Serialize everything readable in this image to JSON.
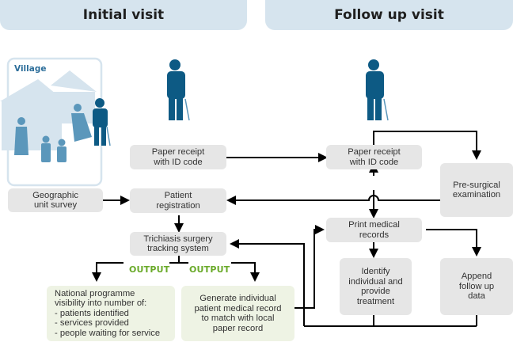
{
  "headers": {
    "initial": "Initial visit",
    "follow_up": "Follow up visit"
  },
  "village": {
    "label": "Village"
  },
  "colors": {
    "header_bg": "#d6e4ee",
    "box_bg": "#e6e6e6",
    "output_box_bg": "#eef3e4",
    "output_text": "#6aaa2a",
    "figure_dark": "#0d5a84",
    "figure_mid": "#5b97bb",
    "house_light": "#d6e4ee"
  },
  "initial": {
    "paper_receipt": [
      "Paper receipt",
      "with ID code"
    ],
    "geographic_survey": [
      "Geographic",
      "unit survey"
    ],
    "patient_registration": [
      "Patient",
      "registration"
    ],
    "tracking_system": [
      "Trichiasis surgery",
      "tracking system"
    ],
    "output_label_1": "OUTPUT",
    "output_label_2": "OUTPUT",
    "national_visibility": [
      "National programme",
      "visibility into number of:",
      "- patients identified",
      "- services provided",
      "- people waiting for service"
    ],
    "generate_record": [
      "Generate individual",
      "patient medical record",
      "to match with local",
      "paper record"
    ]
  },
  "follow_up": {
    "paper_receipt": [
      "Paper receipt",
      "with ID code"
    ],
    "pre_surgical": [
      "Pre-surgical",
      "examination"
    ],
    "print_records": [
      "Print medical",
      "records"
    ],
    "identify_treatment": [
      "Identify",
      "individual and",
      "provide",
      "treatment"
    ],
    "append_data": [
      "Append",
      "follow up",
      "data"
    ]
  }
}
